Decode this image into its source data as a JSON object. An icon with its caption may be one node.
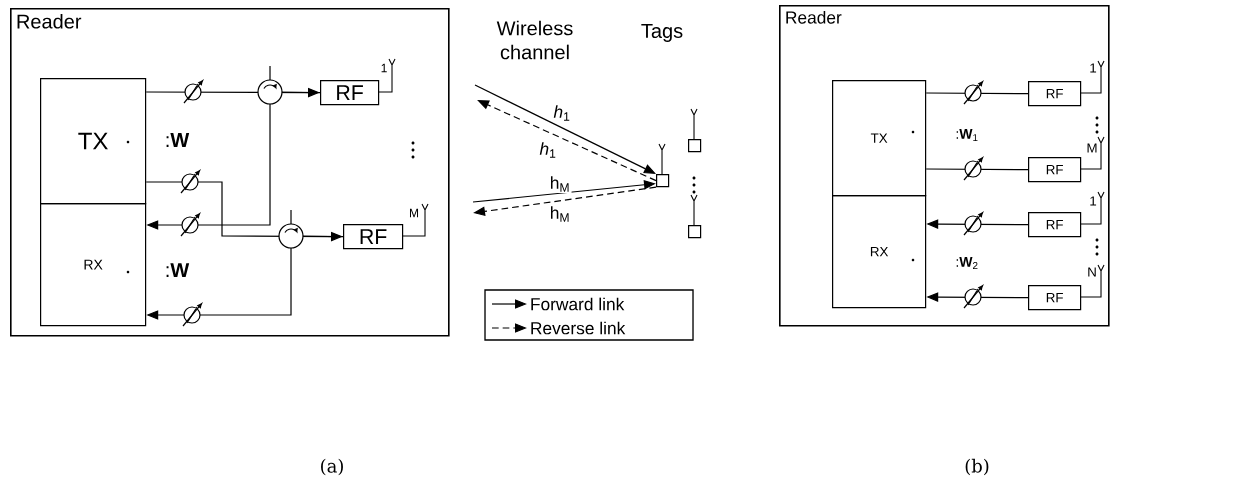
{
  "diagram": {
    "nodes": [
      {
        "text": [
          "Reader"
        ]
      },
      {
        "text": [
          "TX"
        ],
        "in": 0
      },
      {
        "text": [
          "RX"
        ],
        "in": 0
      },
      {
        "text": [
          "RF"
        ],
        "in": 0
      },
      {
        "text": [
          "RF"
        ],
        "in": 0
      },
      {
        "text": [],
        "shape": "box"
      },
      {
        "text": [],
        "shape": "box"
      },
      {
        "text": [],
        "shape": "box"
      },
      {
        "text": [
          "Reader"
        ]
      },
      {
        "text": [
          "TX"
        ],
        "in": 8
      },
      {
        "text": [
          "RX"
        ],
        "in": 8
      },
      {
        "text": [
          "RF"
        ],
        "in": 8
      },
      {
        "text": [
          "RF"
        ],
        "in": 8
      },
      {
        "text": [
          "RF"
        ],
        "in": 8
      },
      {
        "text": [
          "RF"
        ],
        "in": 8
      }
    ],
    "edges": [
      {
        "from": 1,
        "to": 3,
        "arrow": "to"
      },
      {
        "from": 1,
        "to": 4,
        "arrow": "to"
      },
      {
        "from": 3,
        "to": 2,
        "arrow": "to"
      },
      {
        "from": 4,
        "to": 2,
        "arrow": "to"
      },
      {
        "from": null,
        "to": 5,
        "arrow": "to",
        "label": "*h*$_{1}$"
      },
      {
        "from": 5,
        "to": null,
        "arrow": "to",
        "style": "dashed",
        "label": "*h*$_{1}$"
      },
      {
        "from": null,
        "to": 5,
        "arrow": "to",
        "label": "h$_{M}$"
      },
      {
        "from": 5,
        "to": null,
        "arrow": "to",
        "style": "dashed",
        "label": "h$_{M}$"
      },
      {
        "from": 9,
        "to": 11,
        "arrow": "none"
      },
      {
        "from": 9,
        "to": 12,
        "arrow": "none"
      },
      {
        "from": 13,
        "to": 10,
        "arrow": "to"
      },
      {
        "from": 14,
        "to": 10,
        "arrow": "to"
      }
    ],
    "labels": [
      "Wireless channel",
      "Tags",
      "1",
      ":**W**",
      "M",
      ":**W**",
      "1",
      ":**W**$_{1}$",
      "M",
      "1",
      ":**W**$_{2}$",
      "N",
      "(a)",
      "(b)"
    ],
    "legend": [
      {
        "text": "Forward link"
      },
      {
        "text": "Reverse link"
      }
    ]
  }
}
